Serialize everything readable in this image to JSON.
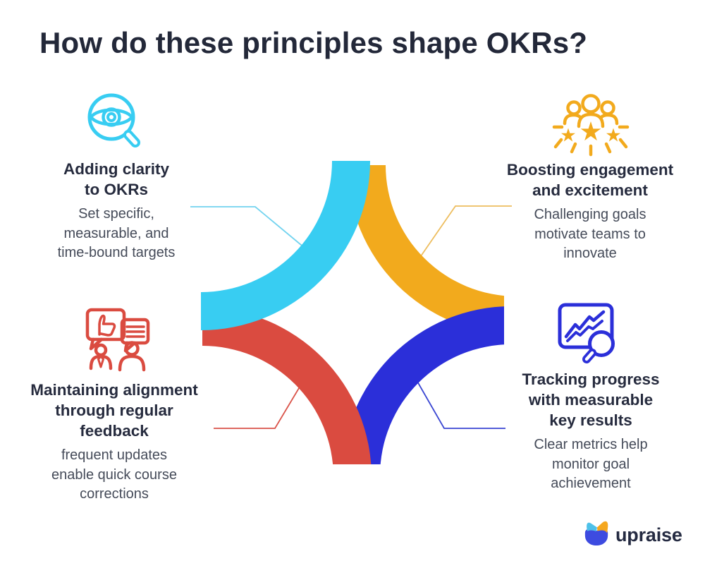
{
  "title": "How do these principles shape OKRs?",
  "colors": {
    "cyan": "#38CDF2",
    "yellow": "#F2AA1D",
    "blue": "#2B2FD9",
    "red": "#DA4B40",
    "cyan_line": "#72D3EF",
    "yellow_line": "#EDBD5E",
    "red_line": "#DA5349",
    "blue_line": "#3A46D2",
    "heading_text": "#262B3E",
    "body_text": "#454B59",
    "logo_navy": "#252B42",
    "logo_body_blue": "#3D4BE0",
    "logo_ear_lightblue": "#4EC1E9",
    "logo_ear_orange": "#F5A71F"
  },
  "sections": [
    {
      "name": "adding-clarity",
      "icon": "eye-magnifier-icon",
      "heading_lines": [
        "Adding clarity",
        "to OKRs"
      ],
      "body_lines": [
        "Set specific,",
        "measurable, and",
        "time-bound targets"
      ]
    },
    {
      "name": "boosting-engagement",
      "icon": "people-stars-icon",
      "heading_lines": [
        "Boosting engagement",
        "and excitement"
      ],
      "body_lines": [
        "Challenging goals",
        "motivate teams to",
        "innovate"
      ]
    },
    {
      "name": "maintaining-alignment",
      "icon": "feedback-chat-icon",
      "heading_lines": [
        "Maintaining alignment",
        "through regular",
        "feedback"
      ],
      "body_lines": [
        "frequent updates",
        "enable quick course",
        "corrections"
      ]
    },
    {
      "name": "tracking-progress",
      "icon": "chart-magnifier-icon",
      "heading_lines": [
        "Tracking progress",
        "with measurable",
        "key results"
      ],
      "body_lines": [
        "Clear metrics help",
        "monitor goal",
        "achievement"
      ]
    }
  ],
  "logo": {
    "text": "upraise"
  }
}
